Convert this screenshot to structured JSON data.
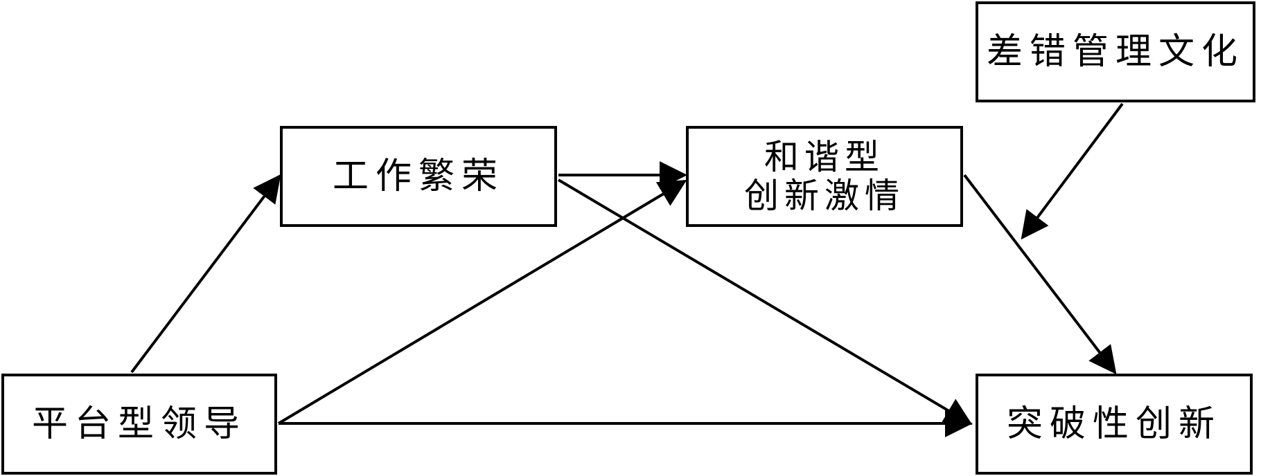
{
  "diagram": {
    "nodes": {
      "platform_leadership": {
        "label": "平台型领导"
      },
      "work_thriving": {
        "label": "工作繁荣"
      },
      "harmonious_passion": {
        "line1": "和谐型",
        "line2": "创新激情"
      },
      "error_management_culture": {
        "label": "差错管理文化"
      },
      "breakthrough_innovation": {
        "label": "突破性创新"
      }
    },
    "edges": [
      {
        "from": "platform_leadership",
        "to": "work_thriving"
      },
      {
        "from": "platform_leadership",
        "to": "harmonious_passion"
      },
      {
        "from": "platform_leadership",
        "to": "breakthrough_innovation"
      },
      {
        "from": "work_thriving",
        "to": "harmonious_passion"
      },
      {
        "from": "work_thriving",
        "to": "breakthrough_innovation"
      },
      {
        "from": "harmonious_passion",
        "to": "breakthrough_innovation"
      },
      {
        "from": "error_management_culture",
        "to": "harmonious_passion->breakthrough_innovation"
      }
    ],
    "colors": {
      "stroke": "#000000",
      "background": "#ffffff"
    }
  }
}
